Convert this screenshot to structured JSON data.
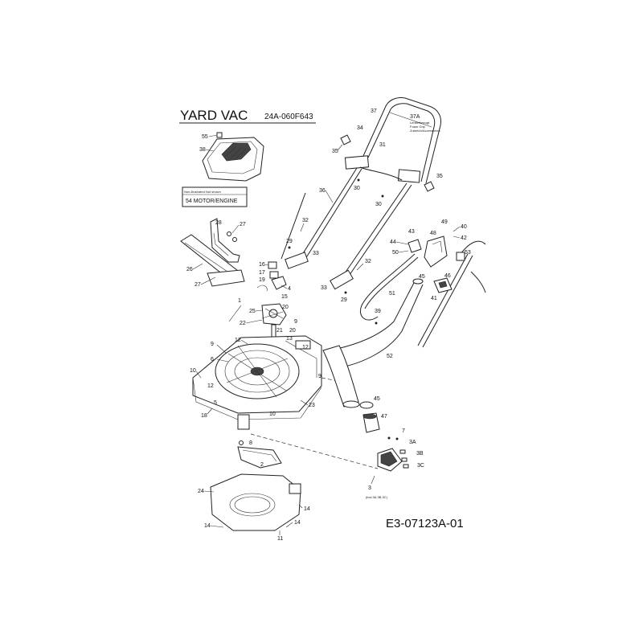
{
  "title": "YARD VAC",
  "model": "24A-060F643",
  "diagram_id": "E3-07123A-01",
  "motor_note": "Non-illustrated Not shown",
  "motor_label": "54   MOTOR/ENGINE",
  "handle_note": [
    "Lenkerbezugt",
    "Foam Grip",
    "Zubehör/Accessoires"
  ],
  "part_3_note": "(incl.3A,3B,3C)",
  "callouts": {
    "c55": "55",
    "c38": "38",
    "c28": "28",
    "c27a": "27",
    "c27b": "27",
    "c26": "26",
    "c16": "16",
    "c17": "17",
    "c19": "19",
    "c4": "4",
    "c1": "1",
    "c15": "15",
    "c25": "25",
    "c20a": "20",
    "c22": "22",
    "c21": "21",
    "c20b": "20",
    "c9a": "9",
    "c13": "13",
    "c12a": "12",
    "c12b": "12",
    "c9b": "9",
    "c6": "6",
    "c10a": "10",
    "c12c": "12",
    "c9c": "9",
    "c5": "5",
    "c18": "18",
    "c10b": "10",
    "c23": "23",
    "c8": "8",
    "c2": "2",
    "c24": "24",
    "c14a": "14",
    "c14b": "14",
    "c14c": "14",
    "c11": "11",
    "c37": "37",
    "c34": "34",
    "c35a": "35",
    "c31": "31",
    "c37a": "37A",
    "c35b": "35",
    "c36": "36",
    "c30a": "30",
    "c30b": "30",
    "c32a": "32",
    "c29a": "29",
    "c33a": "33",
    "c32b": "32",
    "c33b": "33",
    "c29b": "29",
    "c44": "44",
    "c43": "43",
    "c50": "50",
    "c49": "49",
    "c48": "48",
    "c40": "40",
    "c42": "42",
    "c53": "53",
    "c45a": "45",
    "c46": "46",
    "c51": "51",
    "c41": "41",
    "c39": "39",
    "c52": "52",
    "c45b": "45",
    "c47": "47",
    "c7": "7",
    "c3a": "3A",
    "c3b": "3B",
    "c3c": "3C",
    "c3": "3"
  }
}
